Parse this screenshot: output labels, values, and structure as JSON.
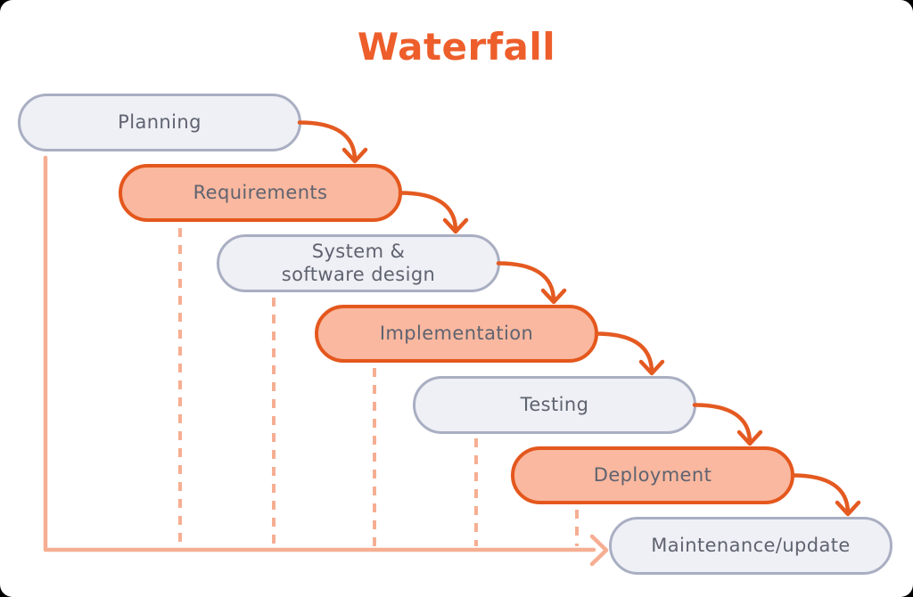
{
  "title": "Waterfall",
  "stages": [
    {
      "label": "Planning",
      "variant": "gray"
    },
    {
      "label": "Requirements",
      "variant": "orange"
    },
    {
      "label": "System & software design",
      "variant": "gray",
      "label_lines": [
        "System &",
        "software design"
      ]
    },
    {
      "label": "Implementation",
      "variant": "orange"
    },
    {
      "label": "Testing",
      "variant": "gray"
    },
    {
      "label": "Deployment",
      "variant": "orange"
    },
    {
      "label": "Maintenance/update",
      "variant": "gray"
    }
  ],
  "edges": [
    {
      "from": "Planning",
      "to": "Requirements",
      "type": "flow"
    },
    {
      "from": "Requirements",
      "to": "System & software design",
      "type": "flow"
    },
    {
      "from": "System & software design",
      "to": "Implementation",
      "type": "flow"
    },
    {
      "from": "Implementation",
      "to": "Testing",
      "type": "flow"
    },
    {
      "from": "Testing",
      "to": "Deployment",
      "type": "flow"
    },
    {
      "from": "Deployment",
      "to": "Maintenance/update",
      "type": "flow"
    },
    {
      "from": "Planning",
      "to": "Maintenance/update",
      "type": "feedback"
    }
  ],
  "drop_lines": [
    "Requirements",
    "System & software design",
    "Implementation",
    "Testing",
    "Deployment"
  ],
  "colors": {
    "title": "#ED5E2B",
    "flow_arrow": "#E45A21",
    "orange_fill": "#F9B89F",
    "orange_border": "#E4571D",
    "gray_fill": "#EEF0F5",
    "gray_border": "#A9AEC2",
    "feedback_line": "#F6AE92",
    "stage_text": "#5F6370",
    "background": "#FFFFFF"
  }
}
